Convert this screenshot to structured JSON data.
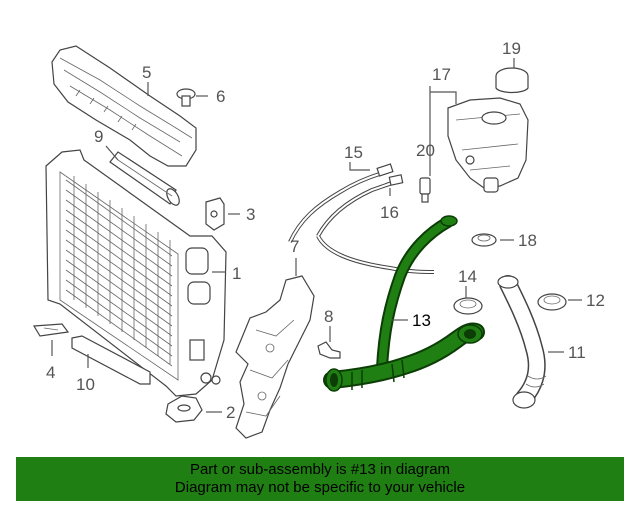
{
  "diagram": {
    "highlight_color": "#1f7f12",
    "callouts": [
      "1",
      "2",
      "3",
      "4",
      "5",
      "6",
      "7",
      "8",
      "9",
      "10",
      "11",
      "12",
      "13",
      "14",
      "15",
      "16",
      "17",
      "18",
      "19",
      "20"
    ]
  },
  "banner": {
    "line1": "Part or sub-assembly is #13 in diagram",
    "line2": "Diagram may not be specific to your vehicle",
    "background": "#1f7f12"
  }
}
